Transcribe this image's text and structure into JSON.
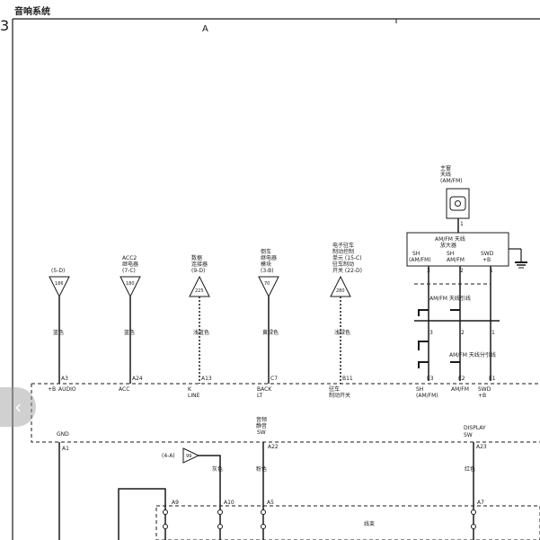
{
  "header": {
    "title": "音响系统",
    "page_number": "3",
    "section": "A"
  },
  "antenna": {
    "label1": "主窗",
    "label2": "天线",
    "label3": "(AM/FM)",
    "pin": "1"
  },
  "amplifier": {
    "title1": "AM/FM 天线",
    "title2": "放大器",
    "pin_labels": [
      "SH",
      "SH",
      "SWD"
    ],
    "pin_labels2": [
      "(AM/FM)",
      "AM/FM",
      "+B"
    ],
    "pins": [
      "3",
      "2",
      "1"
    ]
  },
  "ant_lead_label": "AM/FM 天线引线",
  "ant_sub_label": "AM/FM 天线分引线",
  "connector_pins": [
    "3",
    "2",
    "1"
  ],
  "lower_pins": [
    "E3",
    "E2",
    "E1"
  ],
  "sources": [
    {
      "ref": "(5-D)",
      "num": "186",
      "wire": "蓝色",
      "pin": "A3",
      "signal": "+B AUDIO",
      "solid": true,
      "lines": [
        "(5-D)"
      ]
    },
    {
      "ref": "(7-C)",
      "num": "180",
      "wire": "蓝色",
      "pin": "A24",
      "signal": "ACC",
      "solid": true,
      "lines": [
        "ACC2",
        "继电器",
        "(7-C)"
      ]
    },
    {
      "ref": "(9-D)",
      "num": "225",
      "wire": "浅蓝色",
      "pin": "A13",
      "signal": "K LINE",
      "solid": false,
      "lines": [
        "数据",
        "连接器",
        "(9-D)"
      ]
    },
    {
      "ref": "(3-B)",
      "num": "70",
      "wire": "黄绿色",
      "pin": "C7",
      "signal": "BACK LT",
      "solid": true,
      "lines": [
        "倒车",
        "继电器",
        "模块",
        "(3-B)"
      ]
    },
    {
      "ref": "(22-D)",
      "num": "280",
      "wire": "浅绿色",
      "pin": "B11",
      "signal": "驻车 制动开关",
      "solid": false,
      "lines": [
        "电子驻车",
        "制动控制",
        "单元 (15-C)",
        "驻车制动",
        "开关 (22-D)"
      ]
    }
  ],
  "amp_wires": [
    {
      "pin": "E3",
      "signal": "SH (AM/FM)"
    },
    {
      "pin": "E2",
      "signal": "AM/FM"
    },
    {
      "pin": "E1",
      "signal": "SWD +B"
    }
  ],
  "ground": {
    "label": "GND",
    "pin": "A1"
  },
  "mute": {
    "label1": "音频",
    "label2": "静音",
    "label3": "SW",
    "pin": "A22",
    "wire": "粉色"
  },
  "display": {
    "label1": "DISPLAY",
    "label2": "SW",
    "pin": "A23",
    "wire": "红色"
  },
  "gray_input": {
    "ref": "(4-A)",
    "num": "99",
    "wire": "灰色",
    "pin": "A10"
  },
  "bottom_pins": [
    "A9",
    "A10",
    "A5",
    "A7"
  ],
  "bottom_label": "线束",
  "nav": {
    "prev_glyph": "‹"
  }
}
